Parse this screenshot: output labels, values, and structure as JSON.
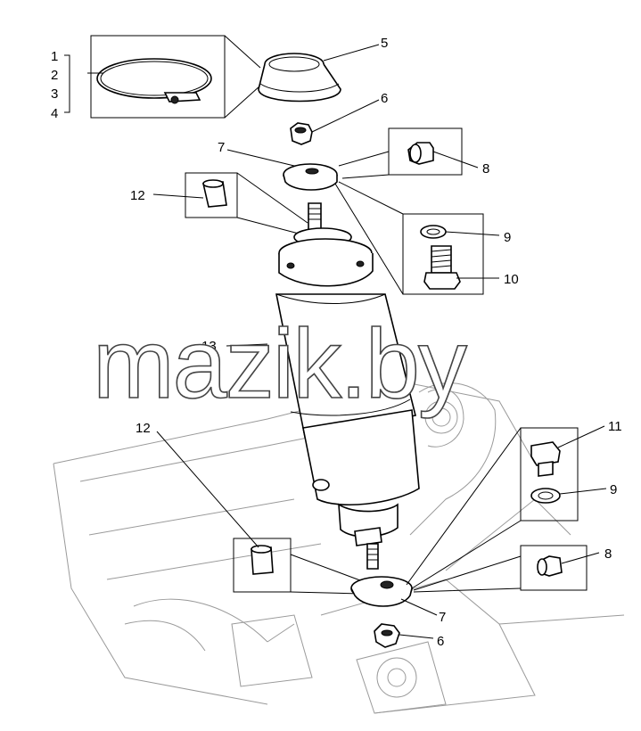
{
  "diagram": {
    "labels": {
      "l1": "1",
      "l2": "2",
      "l3": "3",
      "l4": "4",
      "l5": "5",
      "l6_top": "6",
      "l7_top": "7",
      "l8_top": "8",
      "l9_top": "9",
      "l10": "10",
      "l12_top": "12",
      "l13": "13",
      "l12_bottom": "12",
      "l11": "11",
      "l9_bottom": "9",
      "l8_bottom": "8",
      "l7_bottom": "7",
      "l6_bottom": "6"
    },
    "watermark": "mazik.by"
  }
}
